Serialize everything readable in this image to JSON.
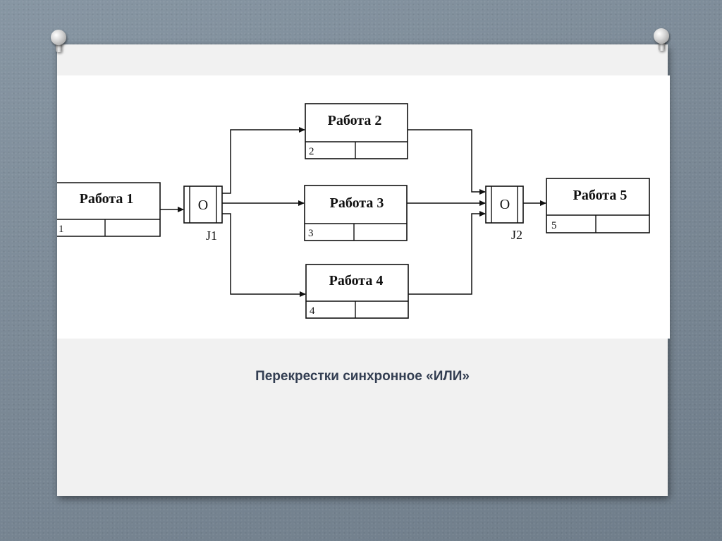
{
  "slide": {
    "caption": "Перекрестки синхронное «ИЛИ»"
  },
  "diagram": {
    "units": [
      {
        "label": "Работа 1",
        "number": "1"
      },
      {
        "label": "Работа 2",
        "number": "2"
      },
      {
        "label": "Работа 3",
        "number": "3"
      },
      {
        "label": "Работа 4",
        "number": "4"
      },
      {
        "label": "Работа 5",
        "number": "5"
      }
    ],
    "junctions": [
      {
        "symbol": "O",
        "label": "J1"
      },
      {
        "symbol": "O",
        "label": "J2"
      }
    ]
  }
}
